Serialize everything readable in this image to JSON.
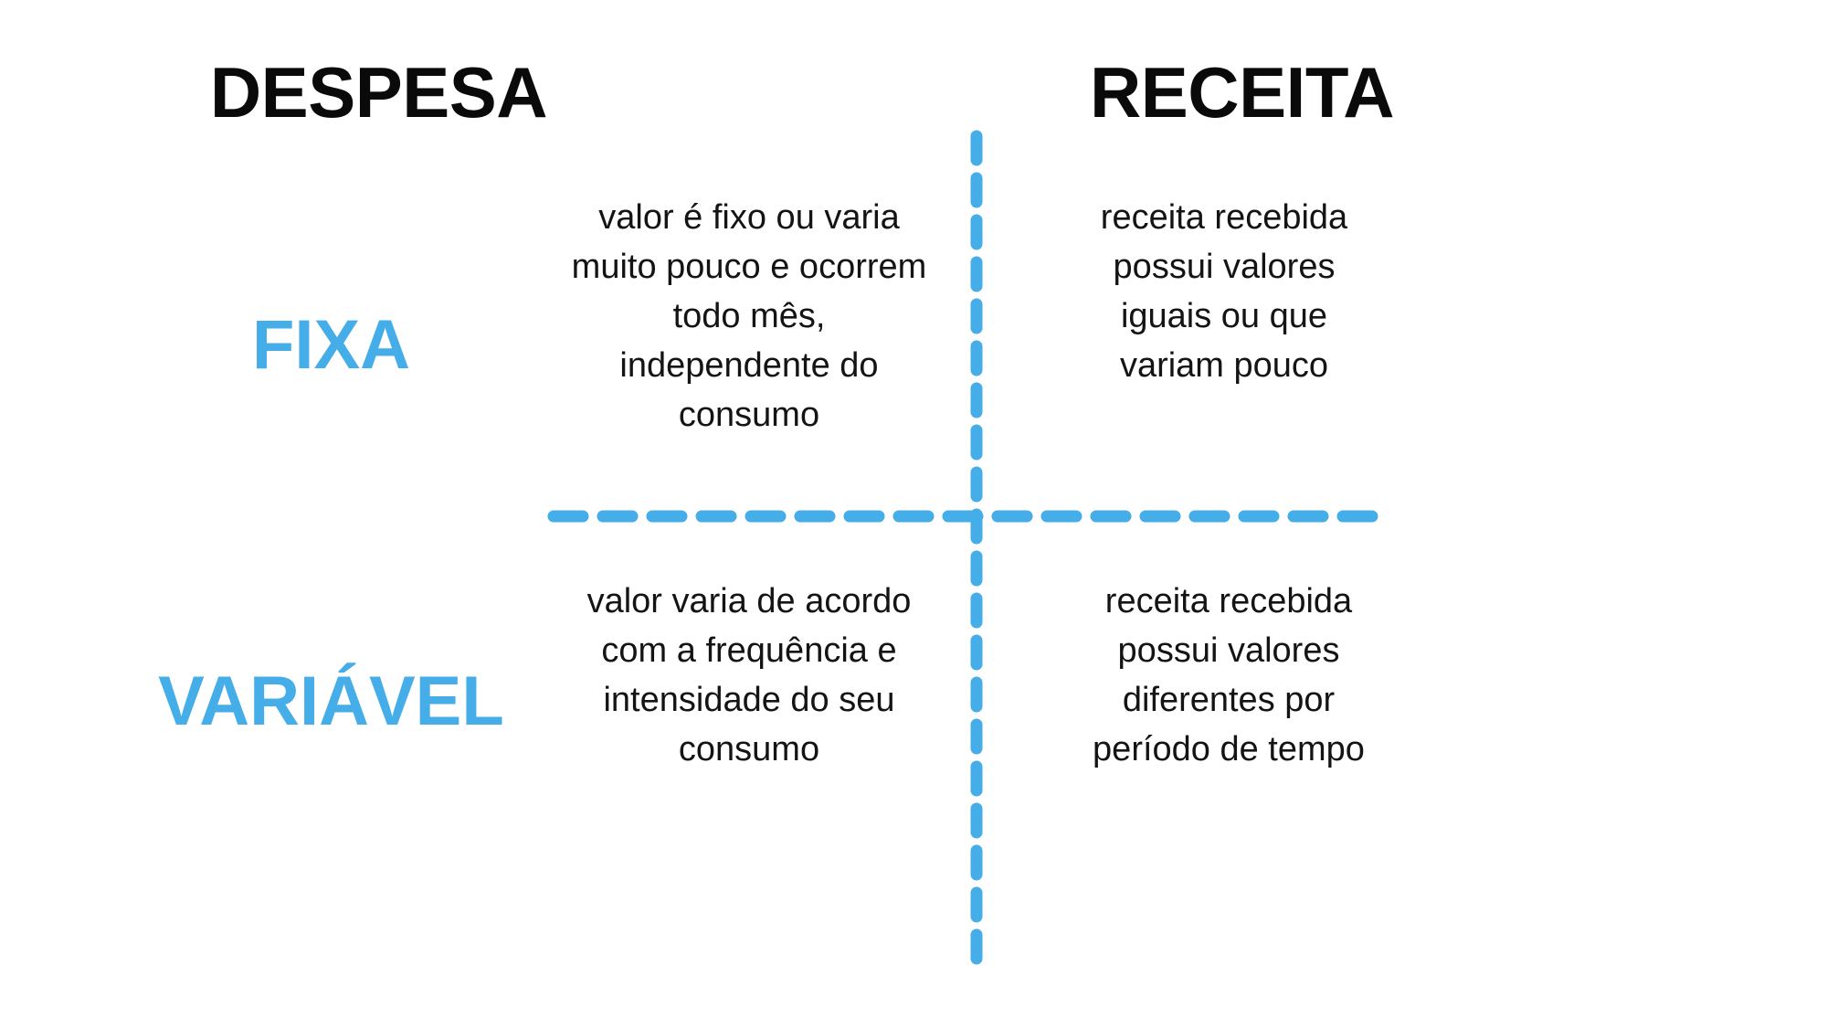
{
  "page": {
    "background_color": "#ffffff",
    "accent_color": "#45AEE8",
    "text_color": "#141414",
    "heading_color": "#0a0a0a"
  },
  "matrix": {
    "column_headers": [
      {
        "id": "despesa",
        "label": "DESPESA"
      },
      {
        "id": "receita",
        "label": "RECEITA"
      }
    ],
    "row_labels": [
      {
        "id": "fixa",
        "label": "FIXA"
      },
      {
        "id": "variavel",
        "label": "VARIÁVEL"
      }
    ],
    "cells": {
      "fixa_despesa": "valor é fixo ou varia muito pouco e ocorrem  todo mês, independente do consumo",
      "fixa_receita": "receita recebida possui valores iguais ou que variam pouco",
      "variavel_despesa": "valor varia de acordo com a frequência e intensidade do seu consumo",
      "variavel_receita": "receita recebida possui valores diferentes por período de tempo"
    }
  },
  "dividers": {
    "vertical": {
      "name": "vertical-dashed-divider",
      "color": "#45AEE8",
      "style": "dashed"
    },
    "horizontal": {
      "name": "horizontal-dashed-divider",
      "color": "#45AEE8",
      "style": "dashed"
    }
  }
}
